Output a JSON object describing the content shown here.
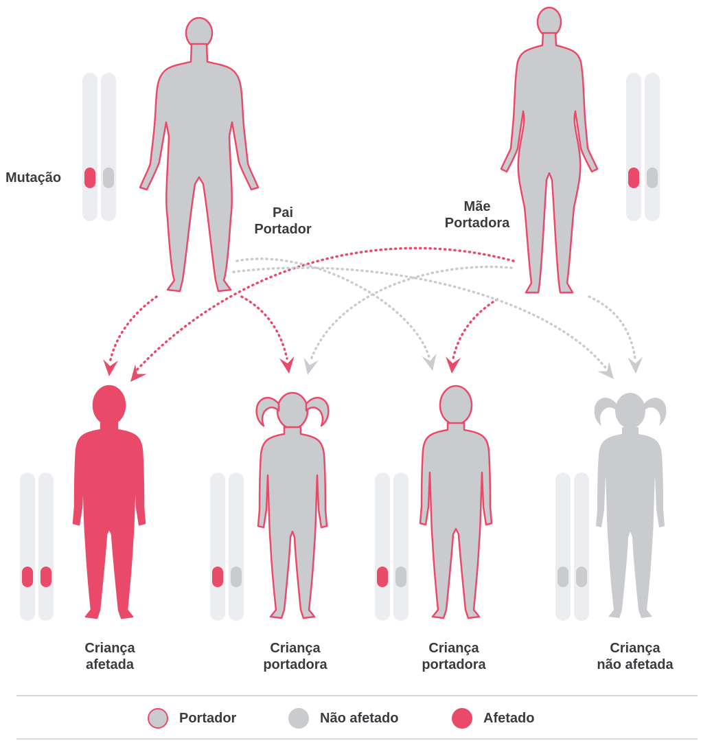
{
  "labels": {
    "mutation": "Mutação",
    "father_line1": "Pai",
    "father_line2": "Portador",
    "mother_line1": "Mãe",
    "mother_line2": "Portadora"
  },
  "children": [
    {
      "line1": "Criança",
      "line2": "afetada",
      "status": "affected"
    },
    {
      "line1": "Criança",
      "line2": "portadora",
      "status": "carrier"
    },
    {
      "line1": "Criança",
      "line2": "portadora",
      "status": "carrier"
    },
    {
      "line1": "Criança",
      "line2": "não afetada",
      "status": "unaffected"
    }
  ],
  "legend": {
    "carrier": "Portador",
    "unaffected": "Não afetado",
    "affected": "Afetado"
  },
  "colors": {
    "affected": "#ea4a69",
    "carrier_fill": "#c9cbcf",
    "unaffected": "#c9cbcf",
    "chromosome": "#ebedf0",
    "text": "#3a3a3f",
    "divider": "#d5d8dd"
  }
}
